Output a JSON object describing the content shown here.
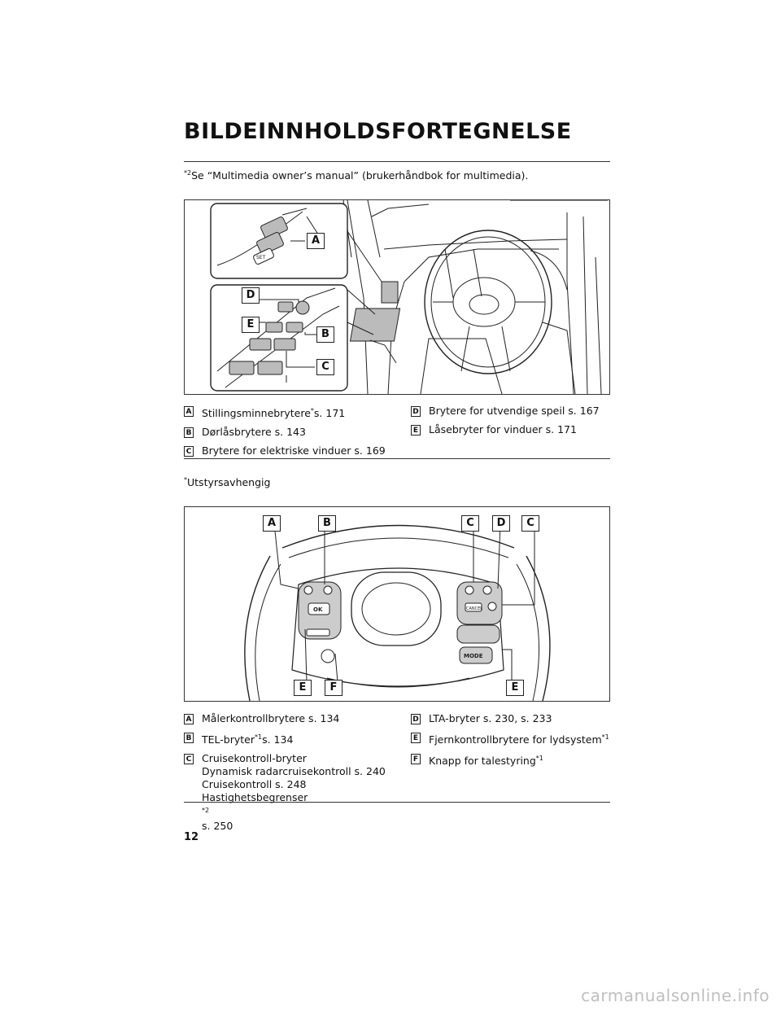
{
  "page": {
    "title": "BILDEINNHOLDSFORTEGNELSE",
    "page_number": "12",
    "watermark": "carmanualsonline.info"
  },
  "top_note": {
    "sup": "*2",
    "text": "Se “Multimedia owner’s manual” (brukerhåndbok for multimedia)."
  },
  "figure1": {
    "labels": {
      "a": "A",
      "b": "B",
      "c": "C",
      "d": "D",
      "e": "E"
    },
    "set_label": "SET"
  },
  "legend1": {
    "left": [
      {
        "tag": "A",
        "text": "Stillingsminnebrytere",
        "sup": "*",
        "after": "s. 171"
      },
      {
        "tag": "B",
        "text": "Dørlåsbrytere s. 143"
      },
      {
        "tag": "C",
        "text": "Brytere for elektriske vinduer s. 169"
      }
    ],
    "right": [
      {
        "tag": "D",
        "text": "Brytere for utvendige speil s. 167"
      },
      {
        "tag": "E",
        "text": "Låsebryter for vinduer s. 171"
      }
    ]
  },
  "mid_note": {
    "sup": "*",
    "text": "Utstyrsavhengig"
  },
  "figure2": {
    "labels": {
      "a": "A",
      "b": "B",
      "c1": "C",
      "d": "D",
      "c2": "C",
      "e1": "E",
      "f": "F",
      "e2": "E"
    },
    "ok": "OK",
    "mode": "MODE",
    "cancel": "CANCEL"
  },
  "legend2": {
    "left": [
      {
        "tag": "A",
        "text": "Målerkontrollbrytere s. 134"
      },
      {
        "tag": "B",
        "text": "TEL-bryter",
        "sup": "*1",
        "after": "s. 134"
      },
      {
        "tag": "C",
        "line1": "Cruisekontroll-bryter",
        "line2": "Dynamisk radarcruisekontroll s. 240",
        "line3": "Cruisekontroll s. 248",
        "line4": "Hastighetsbegrenser",
        "sup": "*2",
        "after": "s. 250"
      }
    ],
    "right": [
      {
        "tag": "D",
        "text": "LTA-bryter s. 230, s. 233"
      },
      {
        "tag": "E",
        "text": "Fjernkontrollbrytere for lydsystem",
        "sup": "*1"
      },
      {
        "tag": "F",
        "text": "Knapp for talestyring",
        "sup": "*1"
      }
    ]
  }
}
